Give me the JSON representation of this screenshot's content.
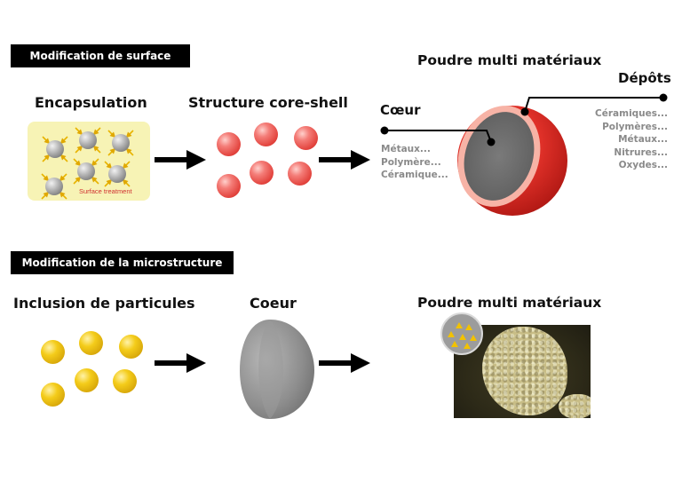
{
  "surface": {
    "banner": "Modification de surface",
    "encapsulation_title": "Encapsulation",
    "treatment_label": "Surface treatment",
    "core_shell_title": "Structure core-shell",
    "result_title": "Poudre multi matériaux",
    "coeur_label": "Cœur",
    "coeur_materials": [
      "Métaux...",
      "Polymère...",
      "Céramique..."
    ],
    "depots_label": "Dépôts",
    "depots_materials": [
      "Céramiques...",
      "Polymères...",
      "Métaux...",
      "Nitrures...",
      "Oxydes..."
    ]
  },
  "microstructure": {
    "banner": "Modification de la microstructure",
    "inclusion_title": "Inclusion de particules",
    "coeur_title": "Coeur",
    "result_title": "Poudre multi matériaux"
  },
  "colors": {
    "banner_bg": "#000000",
    "shell_red": "#e3322a",
    "core_grey": "#707070",
    "particle_gold": "#f0c419",
    "particle_red": "#e85a55",
    "treatment_bg": "#f7f3b5",
    "treatment_text": "#d03030",
    "arrow": "#000000"
  },
  "icons": [
    "arrow-right-icon",
    "inward-arrow-icon",
    "triangle-inclusion-icon"
  ]
}
